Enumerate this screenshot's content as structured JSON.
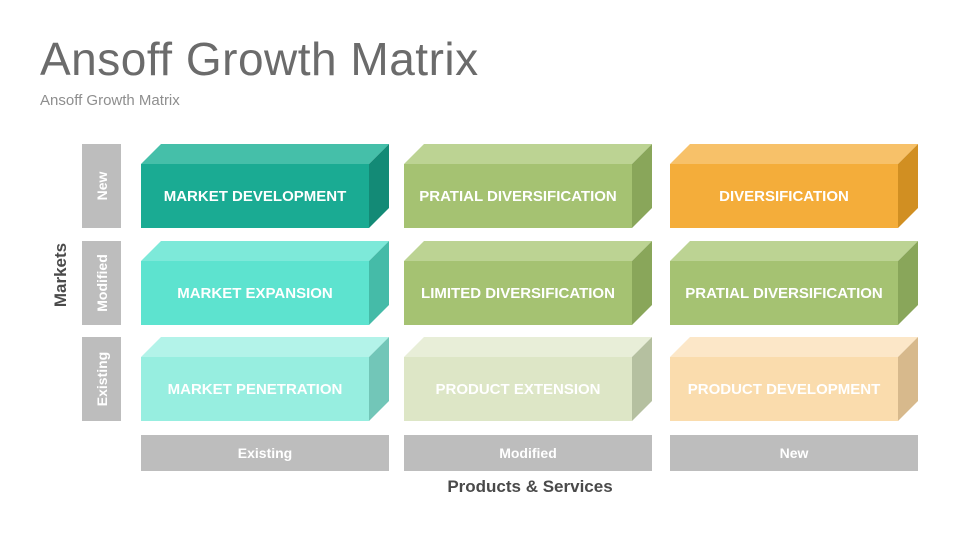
{
  "title": "Ansoff Growth Matrix",
  "subtitle": "Ansoff Growth Matrix",
  "y_axis": {
    "title": "Markets",
    "rows": [
      "New",
      "Modified",
      "Existing"
    ]
  },
  "x_axis": {
    "title": "Products & Services",
    "columns": [
      "Existing",
      "Modified",
      "New"
    ]
  },
  "cells": [
    {
      "label": "MARKET DEVELOPMENT",
      "front": "#1aab93",
      "top": "#45bfa9",
      "side": "#138a76"
    },
    {
      "label": "PRATIAL DIVERSIFICATION",
      "front": "#a5c272",
      "top": "#bcd393",
      "side": "#89a65a"
    },
    {
      "label": "DIVERSIFICATION",
      "front": "#f4ad3a",
      "top": "#f7c169",
      "side": "#d18f22"
    },
    {
      "label": "MARKET EXPANSION",
      "front": "#5de3cf",
      "top": "#7de9d9",
      "side": "#45bba8"
    },
    {
      "label": "LIMITED DIVERSIFICATION",
      "front": "#a5c272",
      "top": "#bcd393",
      "side": "#89a65a"
    },
    {
      "label": "PRATIAL DIVERSIFICATION",
      "front": "#a5c272",
      "top": "#bcd393",
      "side": "#89a65a"
    },
    {
      "label": "MARKET PENETRATION",
      "front": "#97eee0",
      "top": "#b3f3e9",
      "side": "#72c6b8"
    },
    {
      "label": "PRODUCT EXTENSION",
      "front": "#dde6c6",
      "top": "#e8eed8",
      "side": "#b5c0a0"
    },
    {
      "label": "PRODUCT DEVELOPMENT",
      "front": "#fadcad",
      "top": "#fce7c8",
      "side": "#d7b98c"
    }
  ]
}
